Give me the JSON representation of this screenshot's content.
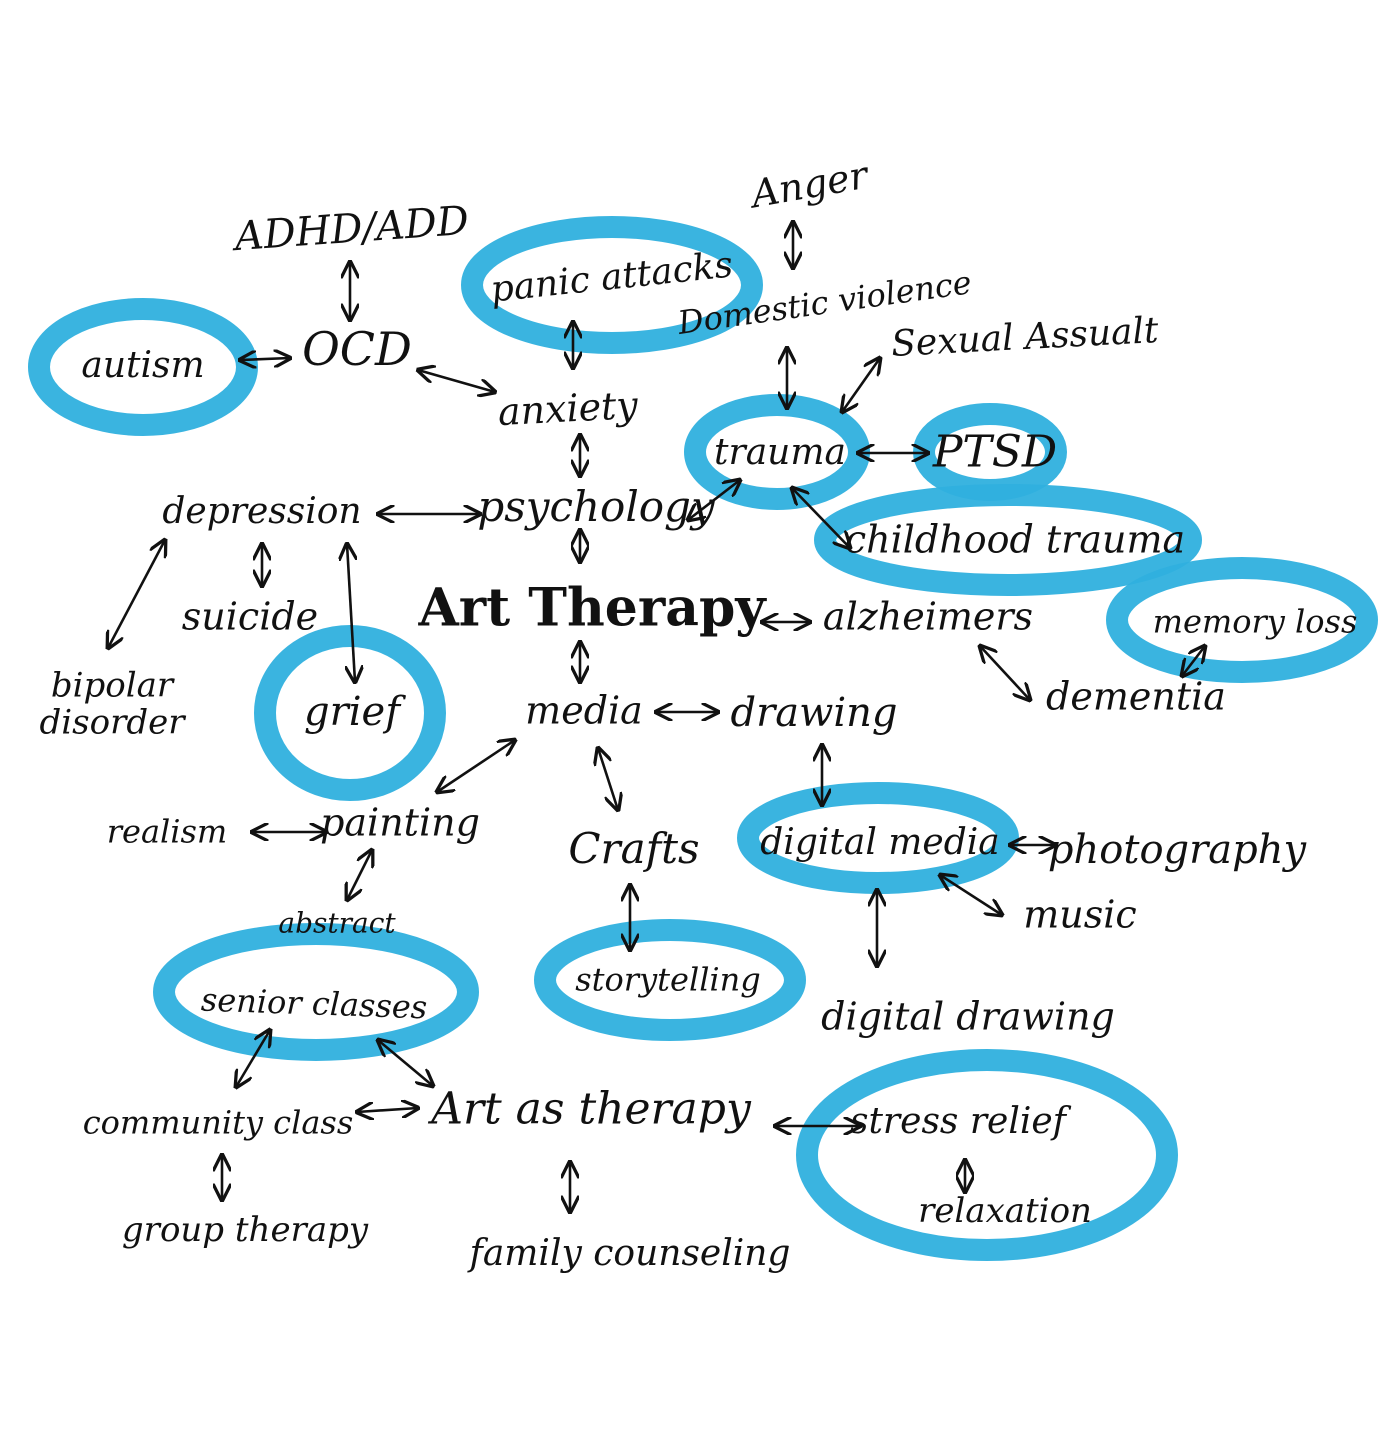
{
  "diagram": {
    "colors": {
      "highlight": "#2fb0de",
      "ink": "#111111",
      "background": "#ffffff"
    },
    "nodes": [
      {
        "id": "adhd",
        "text": "ADHD/ADD",
        "highlighted": false
      },
      {
        "id": "anger",
        "text": "Anger",
        "highlighted": false
      },
      {
        "id": "panic",
        "text": "panic attacks",
        "highlighted": true
      },
      {
        "id": "domestic",
        "text": "Domestic violence",
        "highlighted": false
      },
      {
        "id": "autism",
        "text": "autism",
        "highlighted": true
      },
      {
        "id": "ocd",
        "text": "OCD",
        "highlighted": false
      },
      {
        "id": "sexual",
        "text": "Sexual Assualt",
        "highlighted": false
      },
      {
        "id": "anxiety",
        "text": "anxiety",
        "highlighted": false
      },
      {
        "id": "trauma",
        "text": "trauma",
        "highlighted": true
      },
      {
        "id": "ptsd",
        "text": "PTSD",
        "highlighted": true
      },
      {
        "id": "depression",
        "text": "depression",
        "highlighted": false
      },
      {
        "id": "psychology",
        "text": "psychology",
        "highlighted": false
      },
      {
        "id": "childhood",
        "text": "childhood trauma",
        "highlighted": true
      },
      {
        "id": "suicide",
        "text": "suicide",
        "highlighted": false
      },
      {
        "id": "arttherapy",
        "text": "Art Therapy",
        "highlighted": false
      },
      {
        "id": "alzheimers",
        "text": "alzheimers",
        "highlighted": false
      },
      {
        "id": "memory",
        "text": "memory loss",
        "highlighted": true
      },
      {
        "id": "bipolar",
        "text": "bipolar disorder",
        "highlighted": false
      },
      {
        "id": "grief",
        "text": "grief",
        "highlighted": true
      },
      {
        "id": "dementia",
        "text": "dementia",
        "highlighted": false
      },
      {
        "id": "media",
        "text": "media",
        "highlighted": false
      },
      {
        "id": "drawing",
        "text": "drawing",
        "highlighted": false
      },
      {
        "id": "realism",
        "text": "realism",
        "highlighted": false
      },
      {
        "id": "painting",
        "text": "painting",
        "highlighted": false
      },
      {
        "id": "crafts",
        "text": "Crafts",
        "highlighted": false
      },
      {
        "id": "digitalmedia",
        "text": "digital media",
        "highlighted": true
      },
      {
        "id": "photography",
        "text": "photography",
        "highlighted": false
      },
      {
        "id": "music",
        "text": "music",
        "highlighted": false
      },
      {
        "id": "abstract",
        "text": "abstract",
        "highlighted": false
      },
      {
        "id": "senior",
        "text": "senior classes",
        "highlighted": true
      },
      {
        "id": "storytelling",
        "text": "storytelling",
        "highlighted": true
      },
      {
        "id": "digitaldrawing",
        "text": "digital drawing",
        "highlighted": false
      },
      {
        "id": "community",
        "text": "community class",
        "highlighted": false
      },
      {
        "id": "artastherapy",
        "text": "Art as therapy",
        "highlighted": false
      },
      {
        "id": "stress",
        "text": "stress relief",
        "highlighted": true
      },
      {
        "id": "relaxation",
        "text": "relaxation",
        "highlighted": false
      },
      {
        "id": "group",
        "text": "group therapy",
        "highlighted": false
      },
      {
        "id": "family",
        "text": "family counseling",
        "highlighted": false
      }
    ],
    "links": [
      [
        "adhd",
        "ocd"
      ],
      [
        "autism",
        "ocd"
      ],
      [
        "ocd",
        "anxiety"
      ],
      [
        "panic",
        "anxiety"
      ],
      [
        "anger",
        "domestic"
      ],
      [
        "domestic",
        "trauma"
      ],
      [
        "sexual",
        "trauma"
      ],
      [
        "trauma",
        "ptsd"
      ],
      [
        "trauma",
        "psychology"
      ],
      [
        "trauma",
        "childhood"
      ],
      [
        "anxiety",
        "psychology"
      ],
      [
        "depression",
        "psychology"
      ],
      [
        "depression",
        "suicide"
      ],
      [
        "depression",
        "bipolar"
      ],
      [
        "depression",
        "grief"
      ],
      [
        "psychology",
        "arttherapy"
      ],
      [
        "arttherapy",
        "alzheimers"
      ],
      [
        "alzheimers",
        "dementia"
      ],
      [
        "memory",
        "dementia"
      ],
      [
        "arttherapy",
        "media"
      ],
      [
        "media",
        "drawing"
      ],
      [
        "media",
        "painting"
      ],
      [
        "media",
        "crafts"
      ],
      [
        "drawing",
        "digitalmedia"
      ],
      [
        "realism",
        "painting"
      ],
      [
        "painting",
        "abstract"
      ],
      [
        "crafts",
        "storytelling"
      ],
      [
        "digitalmedia",
        "photography"
      ],
      [
        "digitalmedia",
        "music"
      ],
      [
        "digitalmedia",
        "digitaldrawing"
      ],
      [
        "senior",
        "community"
      ],
      [
        "senior",
        "artastherapy"
      ],
      [
        "community",
        "artastherapy"
      ],
      [
        "artastherapy",
        "stress"
      ],
      [
        "stress",
        "relaxation"
      ],
      [
        "community",
        "group"
      ],
      [
        "artastherapy",
        "family"
      ]
    ]
  }
}
